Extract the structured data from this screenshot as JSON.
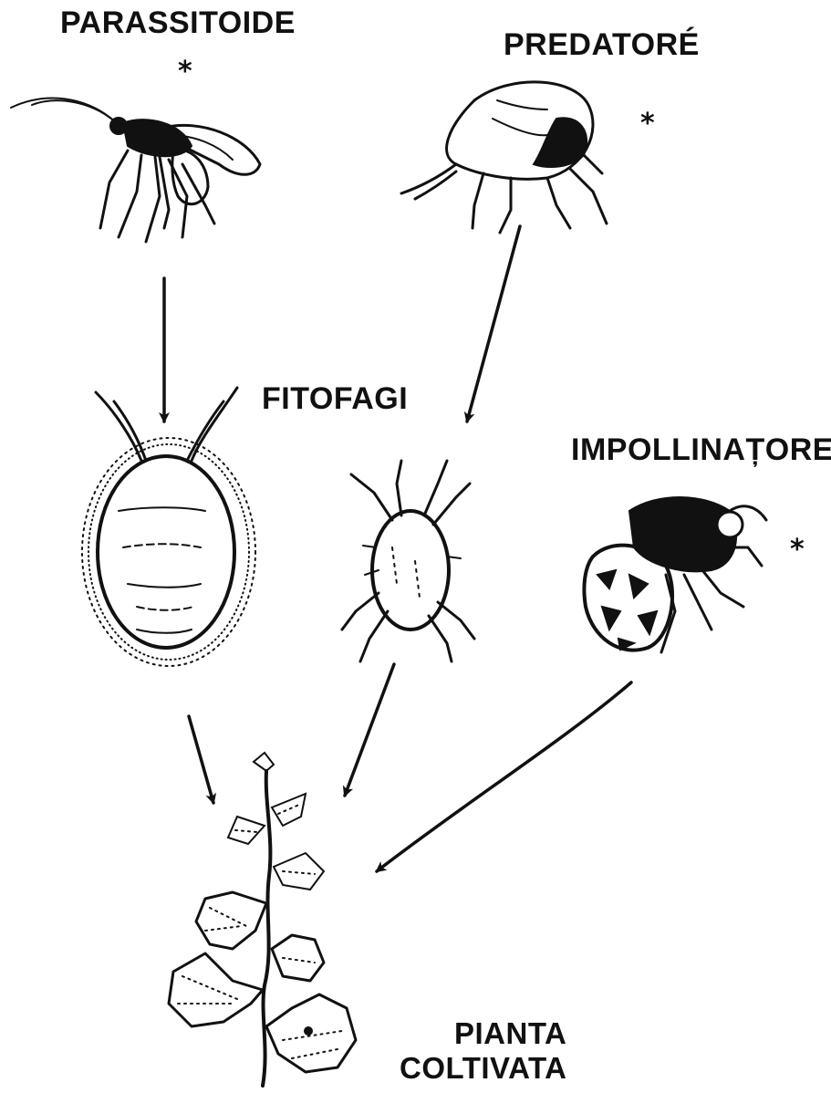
{
  "labels": {
    "parassitoide": "PARASSITOIDE",
    "predatore": "PREDATORÉ",
    "fitofagi": "FITOFAGI",
    "impollinatore": "IMPOLLINAȚORE",
    "pianta_line1": "PIANTA",
    "pianta_line2": "COLTIVATA"
  },
  "markers": {
    "star": "*"
  },
  "nodes": [
    {
      "id": "parassitoide",
      "kind": "insect",
      "icon": "wasp-icon",
      "marked": true
    },
    {
      "id": "predatore",
      "kind": "mite",
      "icon": "predatory-mite-icon",
      "marked": true
    },
    {
      "id": "fitofago-cocciniglia",
      "kind": "scale-insect",
      "icon": "scale-insect-icon",
      "marked": false
    },
    {
      "id": "fitofago-acaro",
      "kind": "mite",
      "icon": "spider-mite-icon",
      "marked": false
    },
    {
      "id": "impollinatore",
      "kind": "insect",
      "icon": "bee-icon",
      "marked": true
    },
    {
      "id": "pianta",
      "kind": "plant",
      "icon": "vine-plant-icon",
      "marked": false
    }
  ],
  "edges": [
    {
      "from": "parassitoide",
      "to": "fitofago-cocciniglia"
    },
    {
      "from": "predatore",
      "to": "fitofago-acaro"
    },
    {
      "from": "fitofago-cocciniglia",
      "to": "pianta"
    },
    {
      "from": "fitofago-acaro",
      "to": "pianta"
    },
    {
      "from": "impollinatore",
      "to": "pianta"
    }
  ]
}
